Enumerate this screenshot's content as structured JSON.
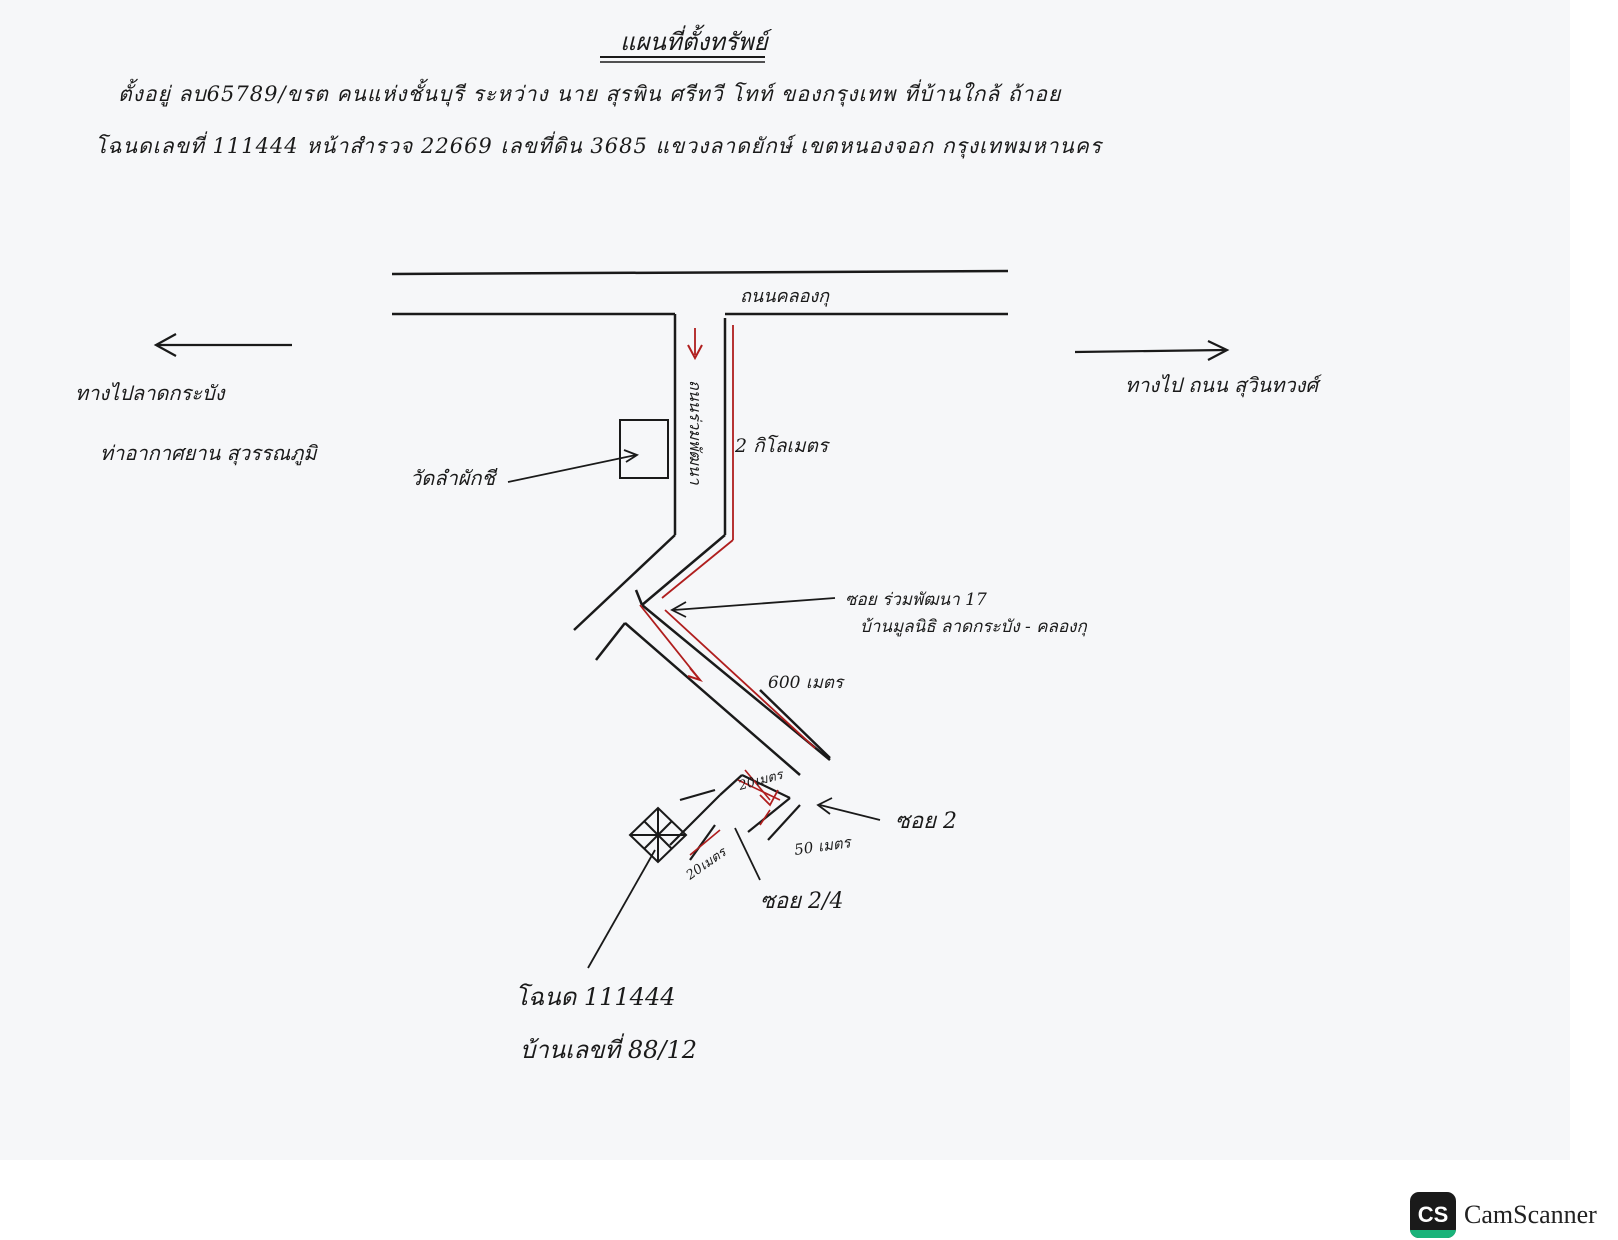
{
  "document": {
    "title": "แผนที่ตั้งทรัพย์",
    "line1": "ตั้งอยู่ ลบ65789/ขรต คนแห่งชั้นบุรี ระหว่าง นาย สุรพิน ศรีทวี โทท์ ของกรุงเทพ ที่บ้านใกล้ ถ้าอย",
    "line2": "โฉนดเลขที่ 111444 หน้าสำรวจ 22669 เลขที่ดิน 3685 แขวงลาดยักษ์ เขตหนองจอก กรุงเทพมหานคร"
  },
  "map": {
    "main_road": "ถนนคลองกุ",
    "side_road": "ถนนร่วมพัฒนา",
    "temple": "วัดลำผักชี",
    "left_direction": "ทางไปลาดกระบัง",
    "left_direction_sub": "ท่าอากาศยาน สุวรรณภูมิ",
    "right_direction": "ทางไป ถนน สุวินทวงศ์",
    "distance_main": "2 กิโลเมตร",
    "soi_17": "ซอย ร่วมพัฒนา 17",
    "soi_17_sub": "บ้านมูลนิธิ ลาดกระบัง - คลองกุ",
    "distance_600": "600 เมตร",
    "distance_20_top": "20เมตร",
    "distance_20_bottom": "20เมตร",
    "distance_50": "50 เมตร",
    "soi_2": "ซอย 2",
    "soi_2_4": "ซอย 2/4",
    "deed": "โฉนด 111444",
    "house_number": "บ้านเลขที่ 88/12"
  },
  "watermark": {
    "logo": "CS",
    "name": "CamScanner"
  },
  "colors": {
    "ink": "#1a1a1a",
    "route": "#b01e1e",
    "paper": "#f6f7f9",
    "brand_green": "#19b37a"
  }
}
